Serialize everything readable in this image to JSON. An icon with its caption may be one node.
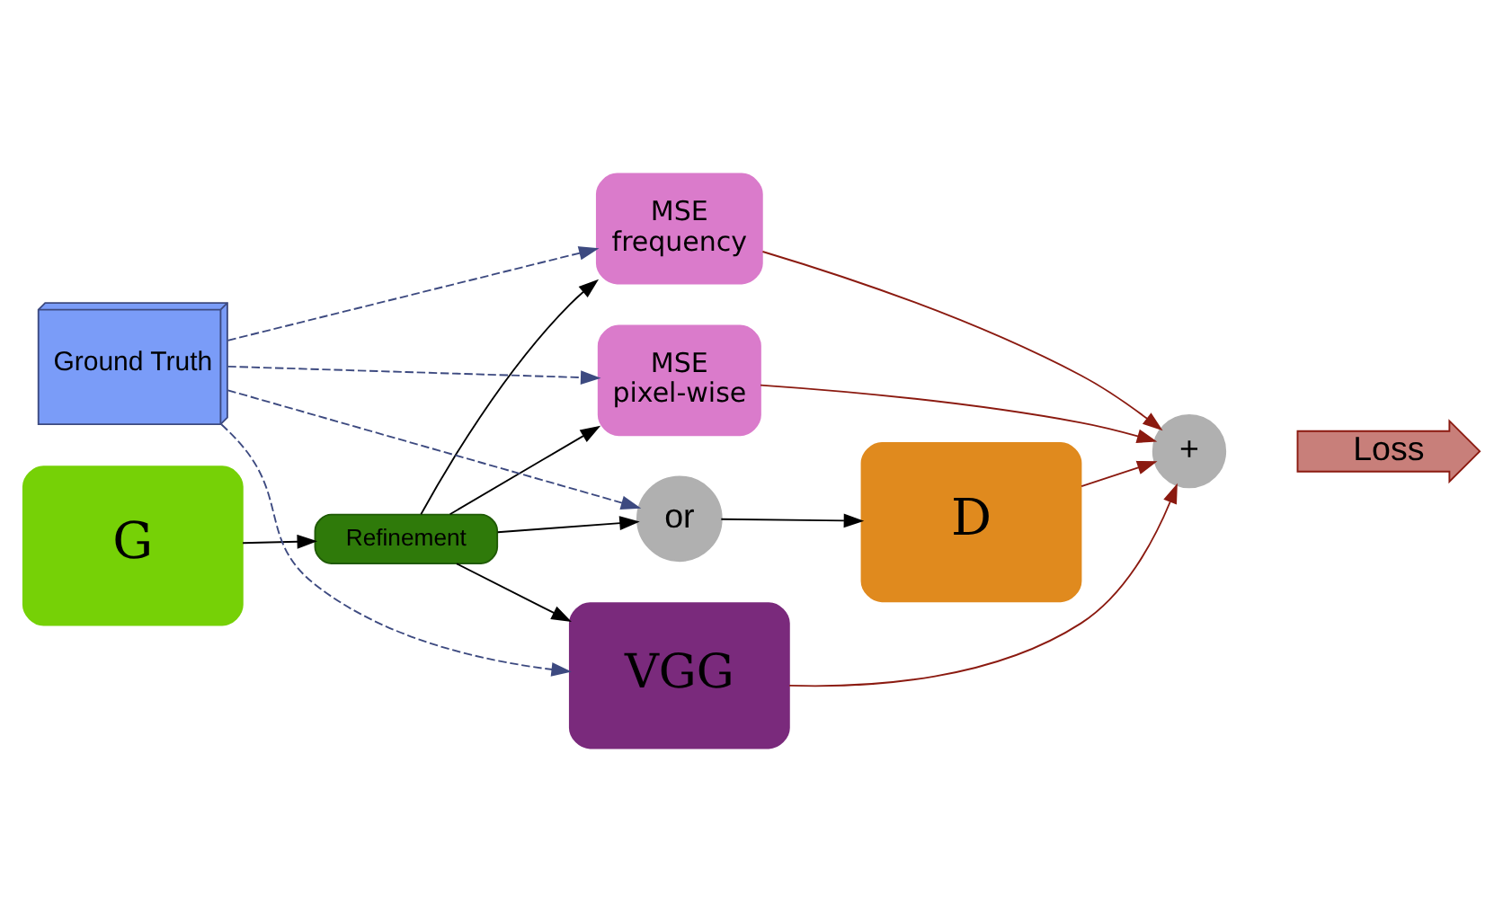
{
  "diagram": {
    "nodes": [
      {
        "text": [
          "G"
        ]
      },
      {
        "text": [
          "Refinement"
        ]
      },
      {
        "text": [
          "or"
        ]
      },
      {
        "text": [
          "D"
        ]
      },
      {
        "text": [
          "MSE",
          "frequency"
        ]
      },
      {
        "text": [
          "MSE",
          "pixel-wise"
        ]
      },
      {
        "text": [
          "Ground Truth"
        ]
      },
      {
        "text": [
          "VGG"
        ]
      },
      {
        "text": [
          "+"
        ]
      },
      {
        "text": [
          "Loss"
        ]
      }
    ],
    "edges": [
      {
        "from": 0,
        "to": 1,
        "arrow": "to"
      },
      {
        "from": 1,
        "to": 2,
        "arrow": "to"
      },
      {
        "from": 1,
        "to": 4,
        "arrow": "to"
      },
      {
        "from": 1,
        "to": 5,
        "arrow": "to"
      },
      {
        "from": 1,
        "to": 7,
        "arrow": "to"
      },
      {
        "from": 2,
        "to": 3,
        "arrow": "to"
      },
      {
        "from": 6,
        "to": 2,
        "arrow": "to",
        "style": "dashed",
        "color": "#3d4a80"
      },
      {
        "from": 6,
        "to": 4,
        "arrow": "to",
        "style": "dashed",
        "color": "#3d4a80"
      },
      {
        "from": 6,
        "to": 5,
        "arrow": "to",
        "style": "dashed",
        "color": "#3d4a80"
      },
      {
        "from": 6,
        "to": 7,
        "arrow": "to",
        "style": "dashed",
        "color": "#3d4a80"
      },
      {
        "from": 3,
        "to": 8,
        "arrow": "to",
        "color": "#8b1a10"
      },
      {
        "from": 4,
        "to": 8,
        "arrow": "to",
        "color": "#8b1a10"
      },
      {
        "from": 5,
        "to": 8,
        "arrow": "to",
        "color": "#8b1a10"
      },
      {
        "from": 7,
        "to": 8,
        "arrow": "to",
        "color": "#8b1a10"
      }
    ]
  }
}
